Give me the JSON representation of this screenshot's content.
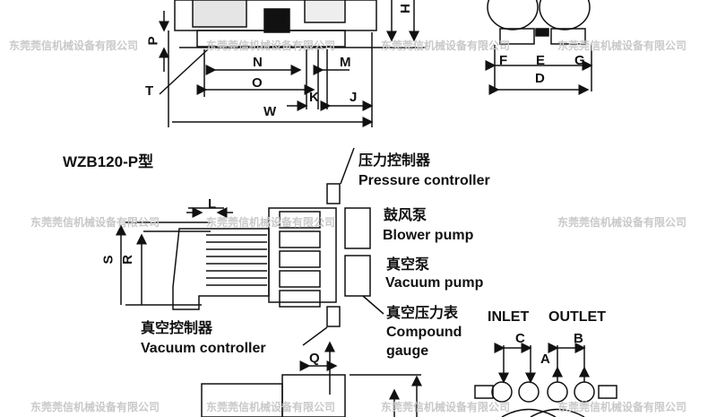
{
  "model_title": "WZB120-P型",
  "dimension_letters": {
    "H": "H",
    "P": "P",
    "T": "T",
    "N": "N",
    "M": "M",
    "O": "O",
    "K": "K",
    "J": "J",
    "W": "W",
    "F": "F",
    "E": "E",
    "G": "G",
    "D": "D",
    "L": "L",
    "S": "S",
    "R": "R",
    "Q": "Q",
    "C": "C",
    "B": "B",
    "A": "A"
  },
  "callouts": {
    "pressure_controller_cn": "压力控制器",
    "pressure_controller_en": "Pressure controller",
    "blower_pump_cn": "鼓风泵",
    "blower_pump_en": "Blower pump",
    "vacuum_pump_cn": "真空泵",
    "vacuum_pump_en": "Vacuum pump",
    "compound_gauge_cn": "真空压力表",
    "compound_gauge_en_1": "Compound",
    "compound_gauge_en_2": "gauge",
    "vacuum_controller_cn": "真空控制器",
    "vacuum_controller_en": "Vacuum controller",
    "inlet": "INLET",
    "outlet": "OUTLET"
  },
  "watermark": "东莞莞信机械设备有限公司"
}
